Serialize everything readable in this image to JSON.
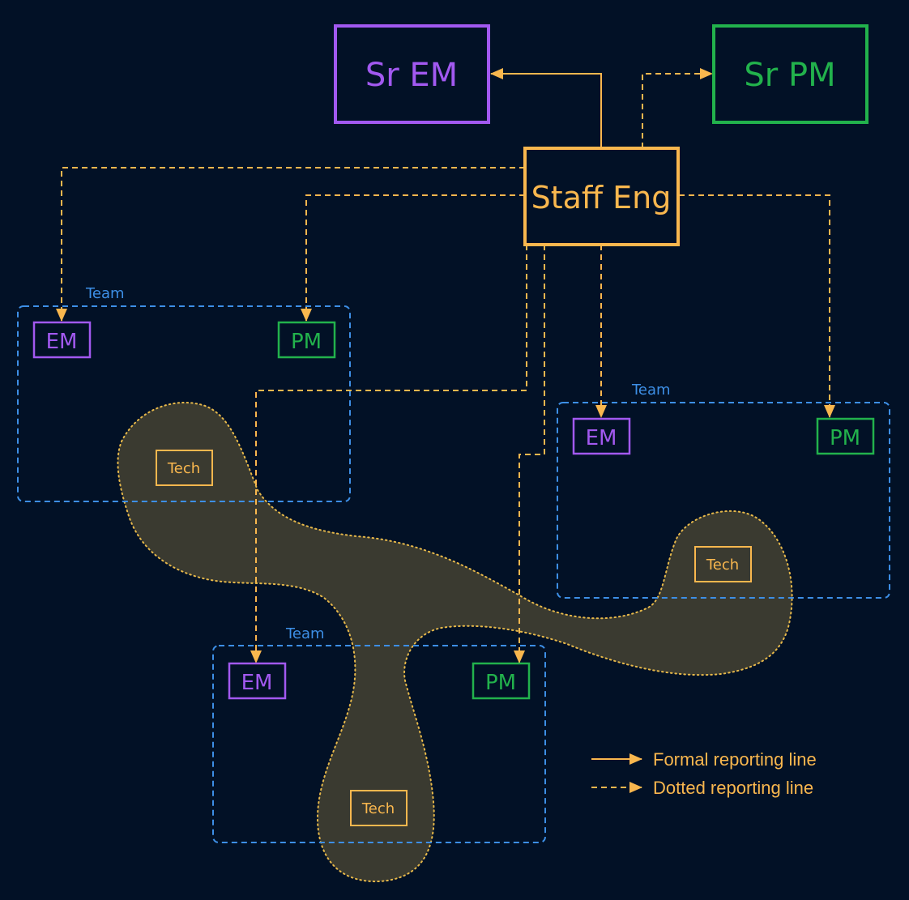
{
  "colors": {
    "background": "#021126",
    "em": "#a259f0",
    "pm": "#22b24c",
    "staff": "#f9b74e",
    "team": "#3d8fe6",
    "tech_fill": "#3a3a30",
    "tech_outline": "#e6b84a"
  },
  "nodes": {
    "sr_em": "Sr EM",
    "sr_pm": "Sr PM",
    "staff_eng": "Staff Eng"
  },
  "teams": [
    {
      "label": "Team",
      "em": "EM",
      "pm": "PM",
      "tech": "Tech"
    },
    {
      "label": "Team",
      "em": "EM",
      "pm": "PM",
      "tech": "Tech"
    },
    {
      "label": "Team",
      "em": "EM",
      "pm": "PM",
      "tech": "Tech"
    }
  ],
  "legend": {
    "formal": "Formal reporting line",
    "dotted": "Dotted reporting line"
  }
}
